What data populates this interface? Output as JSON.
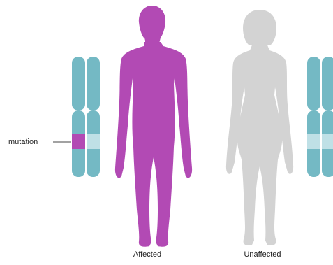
{
  "labels": {
    "mutation": "mutation",
    "affected": "Affected",
    "unaffected": "Unaffected"
  },
  "colors": {
    "affected": "#b24ab4",
    "unaffected": "#d3d3d3",
    "chromosome": "#74b9c4",
    "chromosome_band": "#bfe0e6",
    "mutation": "#b24ab4",
    "pointer_line": "#444444"
  }
}
